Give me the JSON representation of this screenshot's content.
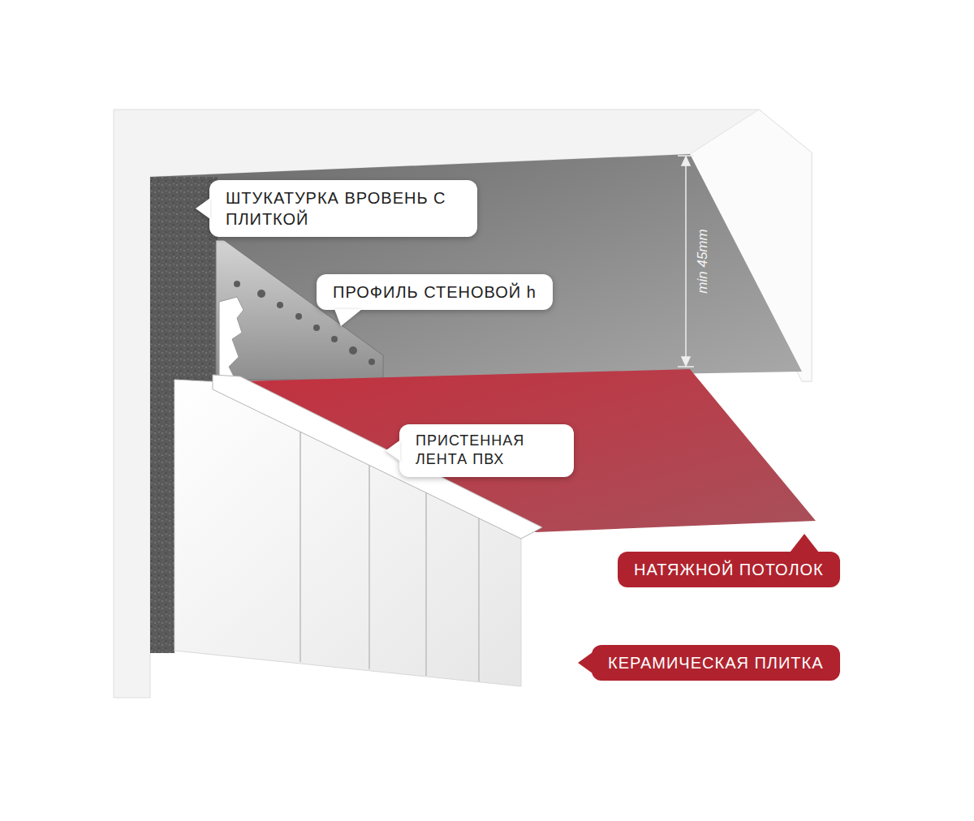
{
  "diagram": {
    "nodes": [
      {
        "text": [
          "ШТУКАТУРКА ВРОВЕНЬ С ПЛИТКОЙ"
        ]
      },
      {
        "text": [
          "ПРОФИЛЬ СТЕНОВОЙ h"
        ]
      },
      {
        "text": [
          "ПРИСТЕННАЯ ЛЕНТА ПВХ"
        ]
      },
      {
        "text": [
          "НАТЯЖНОЙ ПОТОЛОК"
        ]
      },
      {
        "text": [
          "КЕРАМИЧЕСКАЯ ПЛИТКА"
        ]
      }
    ],
    "labels": [
      "min 45mm"
    ]
  }
}
